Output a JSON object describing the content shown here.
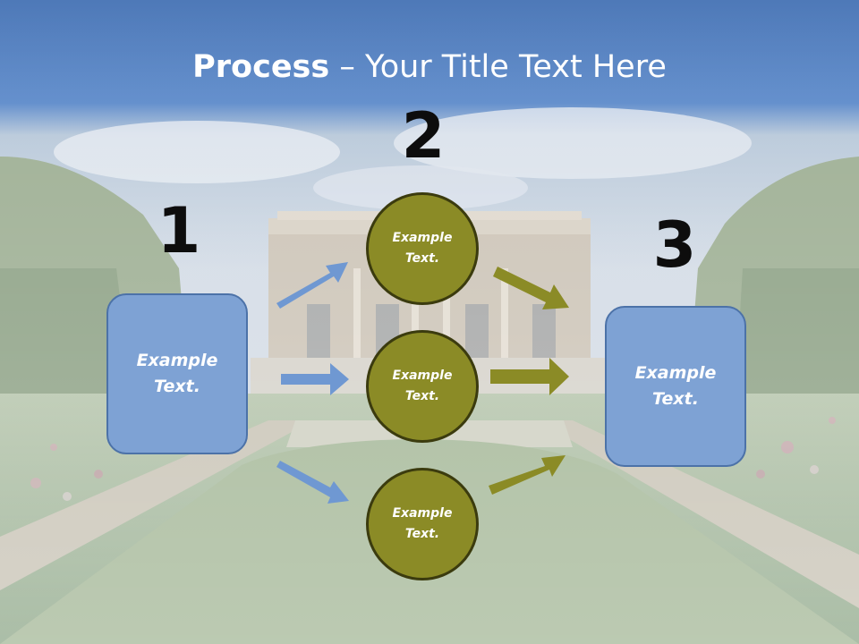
{
  "title": {
    "bold": "Process",
    "rest": " – Your Title Text Here"
  },
  "steps": [
    {
      "number": "1",
      "text_line1": "Example",
      "text_line2": "Text."
    },
    {
      "number": "2"
    },
    {
      "number": "3",
      "text_line1": "Example",
      "text_line2": "Text."
    }
  ],
  "circles": [
    {
      "text_line1": "Example",
      "text_line2": "Text."
    },
    {
      "text_line1": "Example",
      "text_line2": "Text."
    },
    {
      "text_line1": "Example",
      "text_line2": "Text."
    }
  ],
  "colors": {
    "box_fill": "#7ea2d4",
    "circle_fill": "#8b8b26",
    "blue_arrow": "#6f98d2",
    "olive_arrow": "#8b8b26",
    "title_band": "#4f7dc0"
  }
}
